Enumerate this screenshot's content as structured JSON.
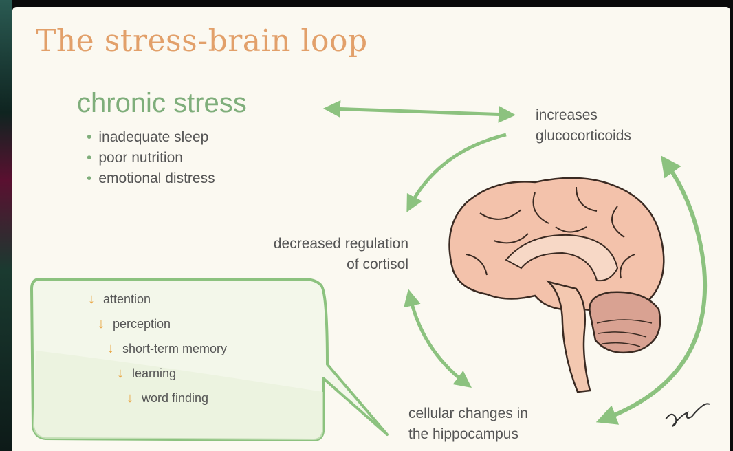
{
  "title": "The stress-brain loop",
  "chronic_stress": {
    "heading": "chronic stress",
    "bullets": [
      "inadequate sleep",
      "poor nutrition",
      "emotional distress"
    ]
  },
  "nodes": {
    "glucocorticoids": [
      "increases",
      "glucocorticoids"
    ],
    "cortisol": [
      "decreased regulation",
      "of cortisol"
    ],
    "hippocampus": [
      "cellular changes in",
      "the hippocampus"
    ]
  },
  "effects": [
    "attention",
    "perception",
    "short-term memory",
    "learning",
    "word finding"
  ],
  "effect_arrow_symbol": "↓",
  "colors": {
    "title": "#e2a06a",
    "accent_green": "#7fae7b",
    "arrow_orange": "#e8a23c",
    "brain_pink": "#f3c2ab",
    "text": "#555555"
  }
}
